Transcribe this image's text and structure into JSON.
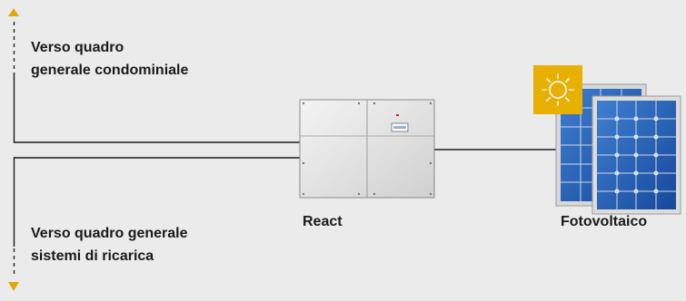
{
  "labels": {
    "top": [
      "Verso quadro",
      "generale condominiale"
    ],
    "bottom": [
      "Verso quadro generale",
      "sistemi di ricarica"
    ],
    "inverter": "React",
    "photovoltaic": "Fotovoltaico"
  },
  "icons": {
    "up_arrow": "triangle-up-icon",
    "down_arrow": "triangle-down-icon",
    "inverter": "inverter-cabinet-icon",
    "sun": "sun-icon",
    "solar_panel": "solar-panel-icon"
  },
  "colors": {
    "background": "#ebebeb",
    "arrow": "#e5a800",
    "line": "#1a1a1a",
    "sun_fill": "#e8b000",
    "panel_cell": "#1f5aa8"
  }
}
